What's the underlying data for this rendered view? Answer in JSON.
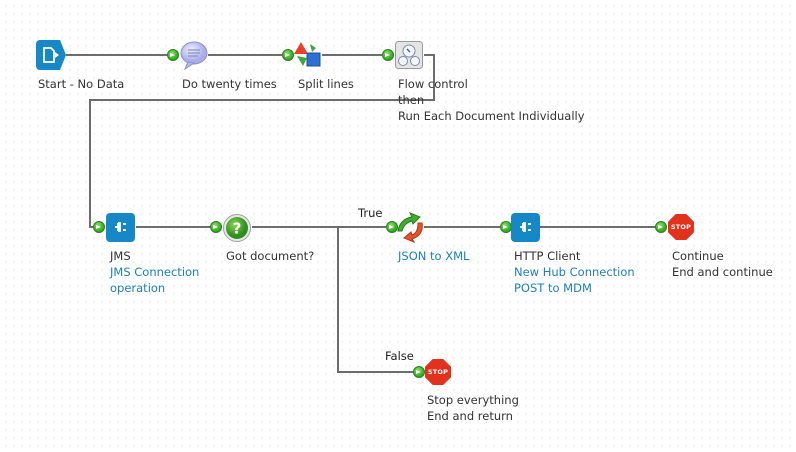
{
  "canvas": {
    "line_color": "#6d6d6d",
    "connector_color": "#3fb32a",
    "link_color": "#1f7fb8"
  },
  "nodes": [
    {
      "id": "start",
      "type": "start-shape",
      "icon": "start-document-icon",
      "lines": [
        {
          "text": "Start - No Data",
          "link": false
        }
      ]
    },
    {
      "id": "do-twenty",
      "type": "message-shape",
      "icon": "message-bubble-icon",
      "lines": [
        {
          "text": "Do twenty times",
          "link": false
        }
      ]
    },
    {
      "id": "split",
      "type": "data-process-shape",
      "icon": "data-process-icon",
      "lines": [
        {
          "text": "Split lines",
          "link": false
        }
      ]
    },
    {
      "id": "flow-control",
      "type": "flow-control-shape",
      "icon": "flow-control-icon",
      "lines": [
        {
          "text": "Flow control",
          "link": false
        },
        {
          "text": "then",
          "link": false
        },
        {
          "text": "Run Each Document Individually",
          "link": false
        }
      ]
    },
    {
      "id": "jms",
      "type": "connector-shape",
      "icon": "connector-plug-icon",
      "lines": [
        {
          "text": "JMS",
          "link": false
        },
        {
          "text": "JMS Connection",
          "link": true
        },
        {
          "text": "operation",
          "link": true
        }
      ]
    },
    {
      "id": "decision",
      "type": "decision-shape",
      "icon": "decision-question-icon",
      "lines": [
        {
          "text": "Got document?",
          "link": false
        }
      ]
    },
    {
      "id": "json-xml",
      "type": "map-shape",
      "icon": "map-transform-icon",
      "lines": [
        {
          "text": "JSON to XML",
          "link": true
        }
      ]
    },
    {
      "id": "http",
      "type": "connector-shape",
      "icon": "connector-plug-icon",
      "lines": [
        {
          "text": "HTTP Client",
          "link": false
        },
        {
          "text": "New Hub Connection",
          "link": true
        },
        {
          "text": "POST to MDM",
          "link": true
        }
      ]
    },
    {
      "id": "stop-continue",
      "type": "stop-shape",
      "icon": "stop-sign-icon",
      "stop_text": "STOP",
      "lines": [
        {
          "text": "Continue",
          "link": false
        },
        {
          "text": "End and continue",
          "link": false
        }
      ]
    },
    {
      "id": "stop-all",
      "type": "stop-shape",
      "icon": "stop-sign-icon",
      "stop_text": "STOP",
      "lines": [
        {
          "text": "Stop everything",
          "link": false
        },
        {
          "text": "End and return",
          "link": false
        }
      ]
    }
  ],
  "branches": {
    "true_label": "True",
    "false_label": "False"
  }
}
